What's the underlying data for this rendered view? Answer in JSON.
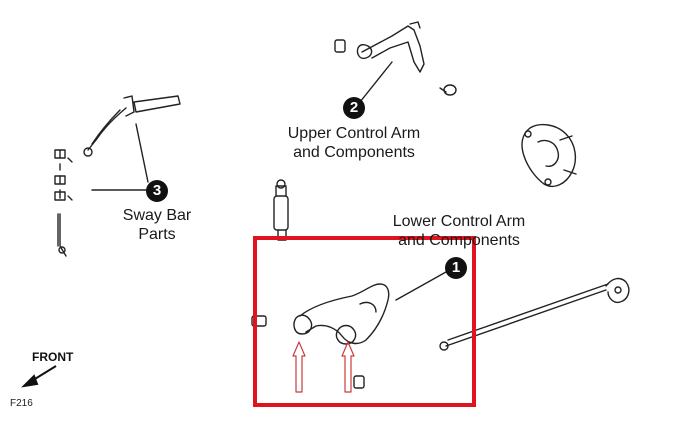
{
  "callouts": [
    {
      "number": "1",
      "line1": "Lower Control Arm",
      "line2": "and Components"
    },
    {
      "number": "2",
      "line1": "Upper Control Arm",
      "line2": "and Components"
    },
    {
      "number": "3",
      "line1": "Sway Bar",
      "line2": "Parts"
    }
  ],
  "front_label": "FRONT",
  "figure_id": "F216",
  "colors": {
    "highlight_box": "#e0141e",
    "line_art": "#222222"
  }
}
